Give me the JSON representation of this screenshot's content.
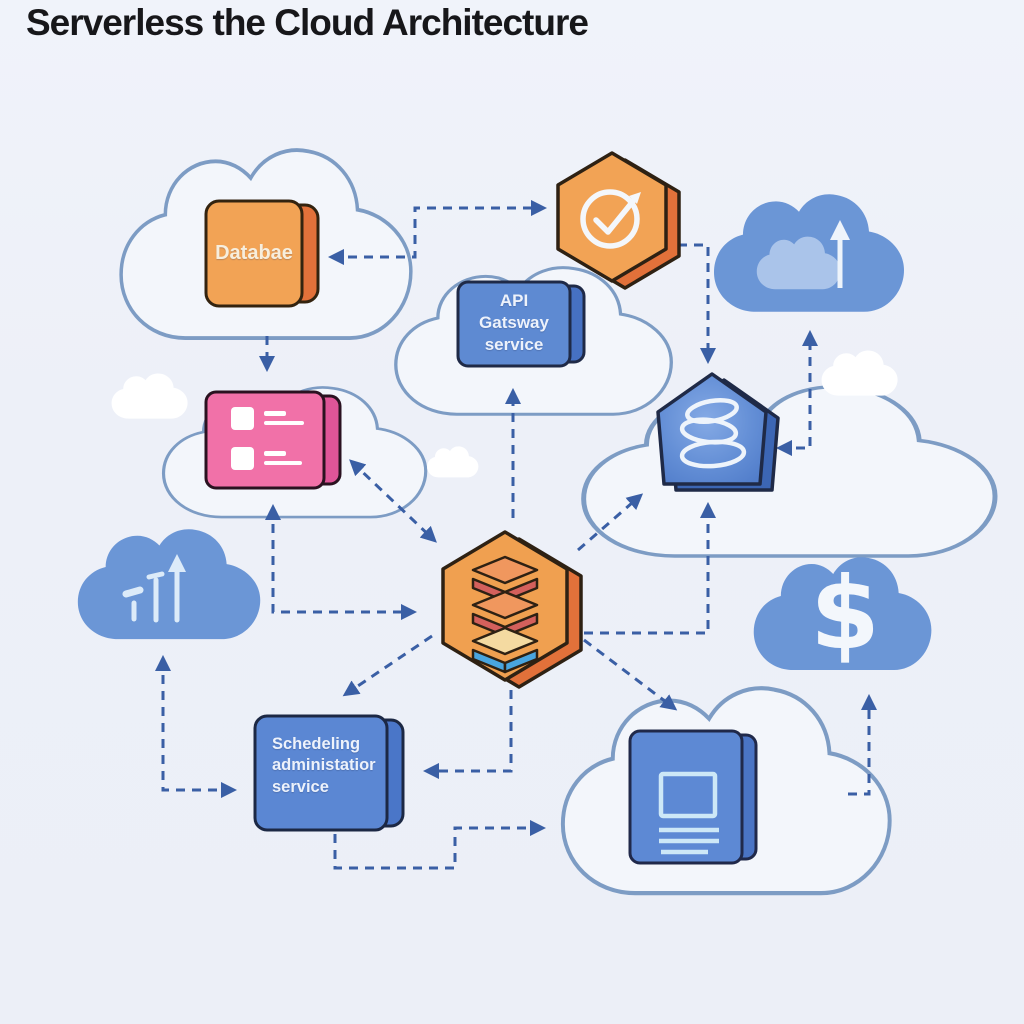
{
  "title": "Serverless the Cloud Architecture",
  "palette": {
    "background": "#edf0f8",
    "cloud_outline": "#7d9cc4",
    "cloud_fill": "#6b96d6",
    "cloud_fill_light": "#aac4ea",
    "arrow": "#3a5fa5",
    "orange_face": "#f2a355",
    "orange_side": "#e2713a",
    "blue_box_face": "#5e8ad2",
    "blue_box_side": "#4671c2",
    "pink_box_face": "#f171a8",
    "pink_box_side": "#df5598",
    "dark_outline": "#2e2113",
    "white_icon": "#eef4fb"
  },
  "nodes": {
    "database_box": {
      "label": "Databae",
      "icon": "database-cube-icon"
    },
    "check_hexagon": {
      "icon": "check-circle-arrow-icon"
    },
    "upload_cloud": {
      "icon": "cloud-upload-icon"
    },
    "api_gateway_box": {
      "label": "API\nGatsway\nservice"
    },
    "task_list_box": {
      "icon": "checklist-icon"
    },
    "layers_hexagon": {
      "icon": "stacked-layers-icon"
    },
    "storage_pentagon": {
      "icon": "stacked-disks-icon"
    },
    "metrics_cloud": {
      "icon": "growth-chart-icon"
    },
    "scheduler_box": {
      "label": "Schedeling\nadministatior\nservice"
    },
    "cost_cloud": {
      "symbol": "$"
    },
    "document_box": {
      "icon": "document-icon"
    }
  },
  "edges": [
    {
      "from": "check_hexagon",
      "to": "database_box",
      "shape": "elbow",
      "bidirectional": true
    },
    {
      "from": "database_cloud",
      "to": "task_list_box",
      "shape": "straight"
    },
    {
      "from": "task_list_box",
      "to": "layers_hexagon",
      "shape": "diagonal",
      "bidirectional": true
    },
    {
      "from": "task_list_box",
      "to": "layers_hexagon",
      "shape": "elbow",
      "bidirectional": true
    },
    {
      "from": "layers_hexagon",
      "to": "api_gateway_box",
      "shape": "straight"
    },
    {
      "from": "check_hexagon",
      "to": "storage_pentagon",
      "shape": "elbow"
    },
    {
      "from": "layers_hexagon",
      "to": "storage_pentagon",
      "shape": "diagonal"
    },
    {
      "from": "layers_hexagon",
      "to": "storage_pentagon",
      "shape": "elbow"
    },
    {
      "from": "storage_pentagon",
      "to": "upload_cloud",
      "shape": "elbow",
      "bidirectional": true
    },
    {
      "from": "layers_hexagon",
      "to": "document_cloud",
      "shape": "diagonal"
    },
    {
      "from": "layers_hexagon",
      "to": "scheduler_box",
      "shape": "elbow"
    },
    {
      "from": "layers_hexagon",
      "to": "scheduler_box",
      "shape": "diagonal"
    },
    {
      "from": "metrics_cloud",
      "to": "scheduler_box",
      "shape": "elbow",
      "bidirectional": true
    },
    {
      "from": "scheduler_box",
      "to": "document_cloud",
      "shape": "elbow"
    },
    {
      "from": "document_cloud",
      "to": "cost_cloud",
      "shape": "elbow"
    }
  ]
}
